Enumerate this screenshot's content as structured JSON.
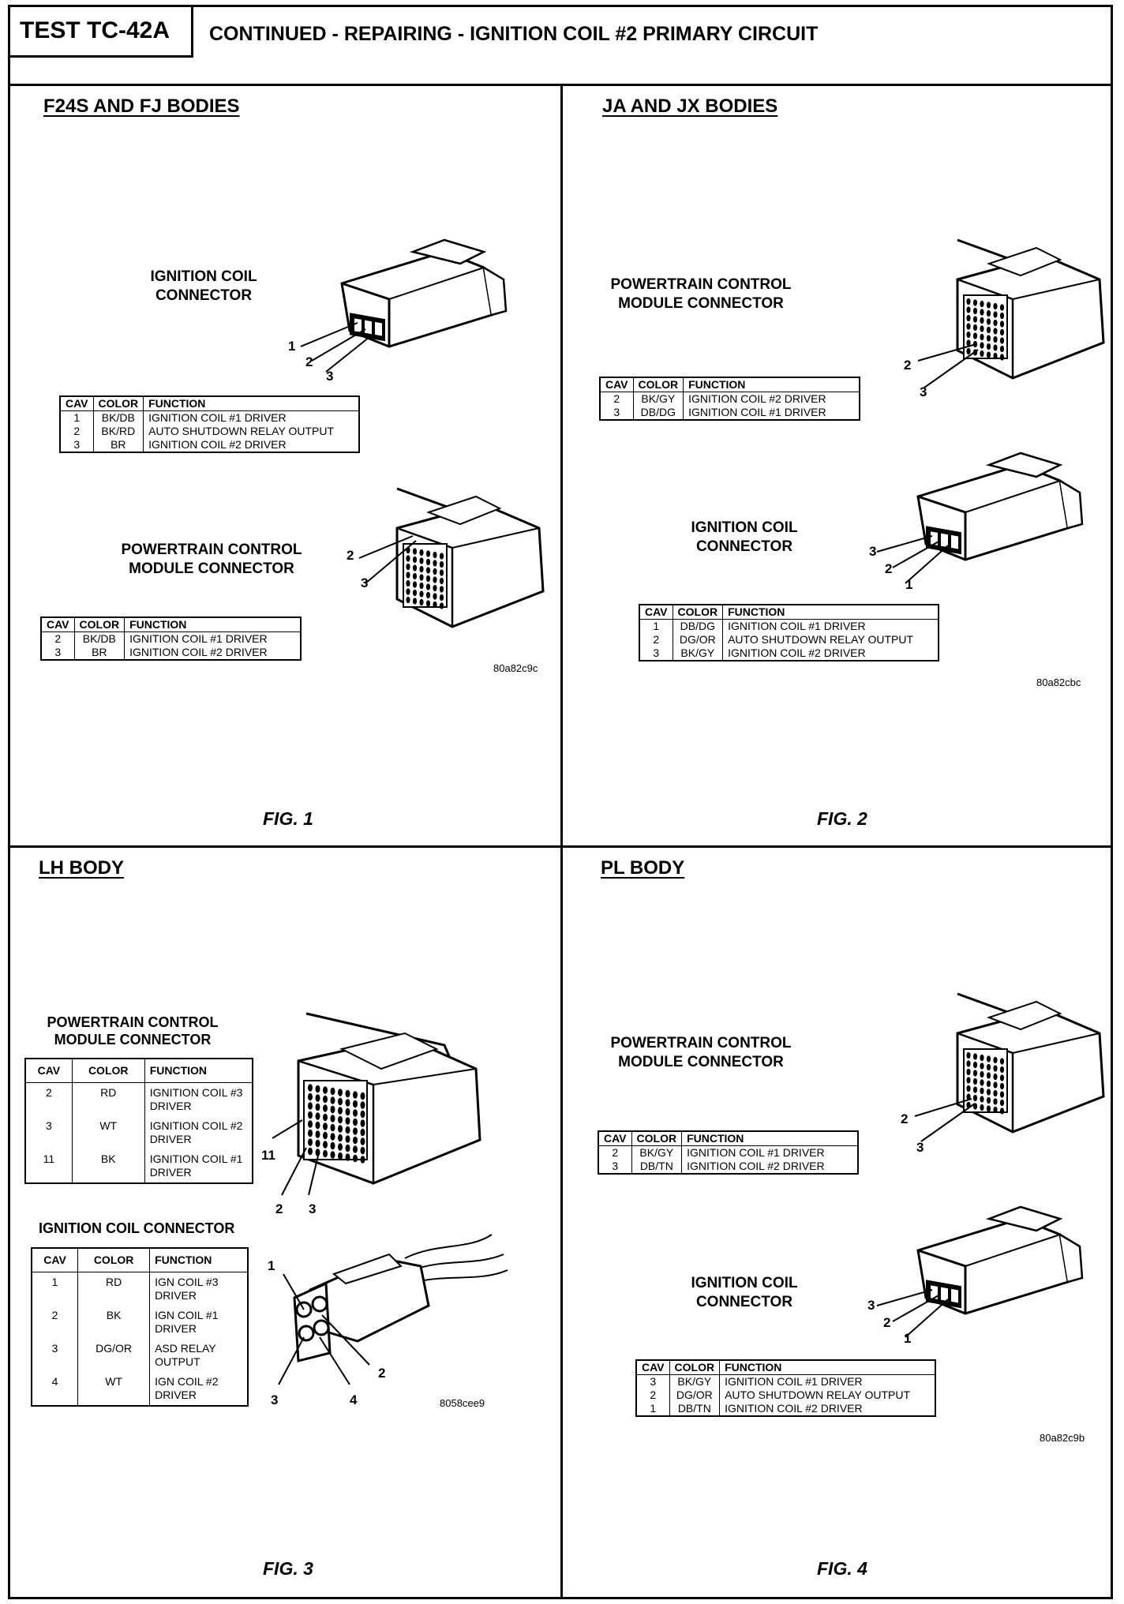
{
  "header": {
    "test_id": "TEST TC-42A",
    "title": "CONTINUED - REPAIRING - IGNITION COIL #2 PRIMARY CIRCUIT"
  },
  "q1": {
    "title": "F24S AND FJ BODIES",
    "coil_label_1": "IGNITION COIL",
    "coil_label_2": "CONNECTOR",
    "coil_pins": [
      "1",
      "2",
      "3"
    ],
    "coil_table": {
      "headers": [
        "CAV",
        "COLOR",
        "FUNCTION"
      ],
      "rows": [
        [
          "1",
          "BK/DB",
          "IGNITION COIL #1 DRIVER"
        ],
        [
          "2",
          "BK/RD",
          "AUTO SHUTDOWN RELAY OUTPUT"
        ],
        [
          "3",
          "BR",
          "IGNITION COIL #2 DRIVER"
        ]
      ]
    },
    "pcm_label_1": "POWERTRAIN CONTROL",
    "pcm_label_2": "MODULE CONNECTOR",
    "pcm_pins": [
      "2",
      "3"
    ],
    "pcm_table": {
      "headers": [
        "CAV",
        "COLOR",
        "FUNCTION"
      ],
      "rows": [
        [
          "2",
          "BK/DB",
          "IGNITION COIL #1 DRIVER"
        ],
        [
          "3",
          "BR",
          "IGNITION COIL #2 DRIVER"
        ]
      ]
    },
    "code": "80a82c9c",
    "fig": "FIG. 1"
  },
  "q2": {
    "title": "JA AND JX BODIES",
    "pcm_label_1": "POWERTRAIN CONTROL",
    "pcm_label_2": "MODULE CONNECTOR",
    "pcm_pins": [
      "2",
      "3"
    ],
    "pcm_table": {
      "headers": [
        "CAV",
        "COLOR",
        "FUNCTION"
      ],
      "rows": [
        [
          "2",
          "BK/GY",
          "IGNITION COIL #2 DRIVER"
        ],
        [
          "3",
          "DB/DG",
          "IGNITION COIL #1 DRIVER"
        ]
      ]
    },
    "coil_label_1": "IGNITION COIL",
    "coil_label_2": "CONNECTOR",
    "coil_pins": [
      "3",
      "2",
      "1"
    ],
    "coil_table": {
      "headers": [
        "CAV",
        "COLOR",
        "FUNCTION"
      ],
      "rows": [
        [
          "1",
          "DB/DG",
          "IGNITION COIL #1 DRIVER"
        ],
        [
          "2",
          "DG/OR",
          "AUTO SHUTDOWN RELAY OUTPUT"
        ],
        [
          "3",
          "BK/GY",
          "IGNITION COIL #2 DRIVER"
        ]
      ]
    },
    "code": "80a82cbc",
    "fig": "FIG. 2"
  },
  "q3": {
    "title": "LH BODY",
    "pcm_label_1": "POWERTRAIN CONTROL",
    "pcm_label_2": "MODULE CONNECTOR",
    "pcm_table": {
      "headers": [
        "CAV",
        "COLOR",
        "FUNCTION"
      ],
      "rows": [
        [
          "2",
          "RD",
          "IGNITION COIL #3 DRIVER"
        ],
        [
          "3",
          "WT",
          "IGNITION COIL #2 DRIVER"
        ],
        [
          "11",
          "BK",
          "IGNITION COIL #1 DRIVER"
        ]
      ]
    },
    "pcm_pins": [
      "11",
      "2",
      "3"
    ],
    "coil_label": "IGNITION COIL CONNECTOR",
    "coil_table": {
      "headers": [
        "CAV",
        "COLOR",
        "FUNCTION"
      ],
      "rows": [
        [
          "1",
          "RD",
          "IGN COIL #3 DRIVER"
        ],
        [
          "2",
          "BK",
          "IGN COIL #1 DRIVER"
        ],
        [
          "3",
          "DG/OR",
          "ASD RELAY OUTPUT"
        ],
        [
          "4",
          "WT",
          "IGN COIL #2 DRIVER"
        ]
      ]
    },
    "coil_pins": [
      "1",
      "2",
      "3",
      "4"
    ],
    "code": "8058cee9",
    "fig": "FIG. 3"
  },
  "q4": {
    "title": "PL BODY",
    "pcm_label_1": "POWERTRAIN CONTROL",
    "pcm_label_2": "MODULE CONNECTOR",
    "pcm_pins": [
      "2",
      "3"
    ],
    "pcm_table": {
      "headers": [
        "CAV",
        "COLOR",
        "FUNCTION"
      ],
      "rows": [
        [
          "2",
          "BK/GY",
          "IGNITION COIL #1 DRIVER"
        ],
        [
          "3",
          "DB/TN",
          "IGNITION COIL #2 DRIVER"
        ]
      ]
    },
    "coil_label_1": "IGNITION COIL",
    "coil_label_2": "CONNECTOR",
    "coil_pins": [
      "3",
      "2",
      "1"
    ],
    "coil_table": {
      "headers": [
        "CAV",
        "COLOR",
        "FUNCTION"
      ],
      "rows": [
        [
          "3",
          "BK/GY",
          "IGNITION COIL #1 DRIVER"
        ],
        [
          "2",
          "DG/OR",
          "AUTO SHUTDOWN RELAY OUTPUT"
        ],
        [
          "1",
          "DB/TN",
          "IGNITION COIL #2 DRIVER"
        ]
      ]
    },
    "code": "80a82c9b",
    "fig": "FIG. 4"
  }
}
